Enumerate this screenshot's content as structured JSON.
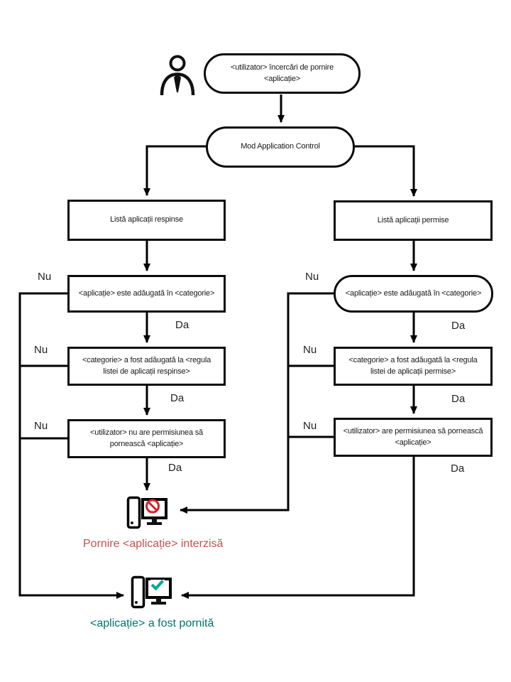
{
  "labels": {
    "no": "Nu",
    "yes": "Da"
  },
  "nodes": {
    "start": {
      "lines": [
        "<utilizator> încercări de pornire",
        "<aplicație>"
      ]
    },
    "mode": {
      "lines": [
        "Mod Application Control"
      ]
    },
    "left_list": {
      "lines": [
        "Listă aplicații respinse"
      ]
    },
    "right_list": {
      "lines": [
        "Listă aplicații permise"
      ]
    },
    "left_in_category": {
      "lines": [
        "<aplicație> este adăugată în <categorie>"
      ]
    },
    "right_in_category": {
      "lines": [
        "<aplicație> este adăugată în <categorie>"
      ]
    },
    "left_category_rule": {
      "lines": [
        "<categorie> a fost adăugată la <regula",
        "listei de aplicații respinse>"
      ]
    },
    "right_category_rule": {
      "lines": [
        "<categorie> a fost adăugată la <regula",
        "listei de aplicații permise>"
      ]
    },
    "left_permission": {
      "lines": [
        "<utilizator> nu are permisiunea să",
        "pornească <aplicație>"
      ]
    },
    "right_permission": {
      "lines": [
        "<utilizator> are permisiunea să pornească",
        "<aplicație>"
      ]
    }
  },
  "outcomes": {
    "denied": {
      "text": "Pornire <aplicație> interzisă",
      "color": "#c0534e"
    },
    "allowed": {
      "text": "<aplicație> a fost pornită",
      "color": "#00746b"
    }
  },
  "icons": {
    "person": "person-icon",
    "computer_blocked": "computer-blocked-icon",
    "computer_started": "computer-started-icon"
  },
  "colors": {
    "line": "#000000",
    "blocked_sign": "#d2232a",
    "check_mark": "#00a88e"
  }
}
